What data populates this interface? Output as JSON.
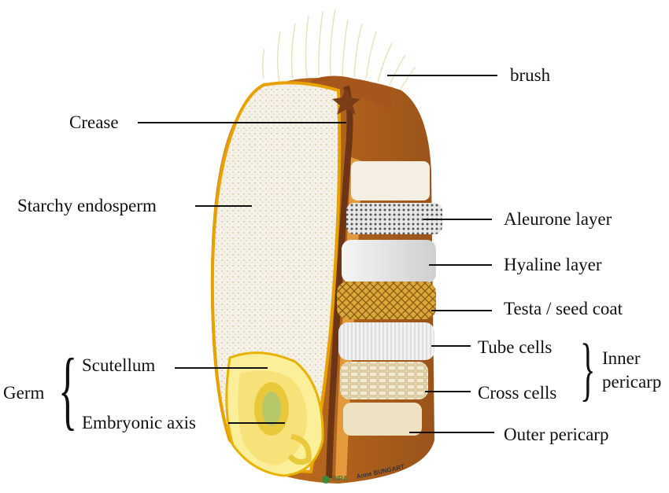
{
  "labels": {
    "brush": "brush",
    "crease": "Crease",
    "starchy_endosperm": "Starchy endosperm",
    "aleurone_layer": "Aleurone layer",
    "hyaline_layer": "Hyaline layer",
    "testa": "Testa / seed coat",
    "tube_cells": "Tube cells",
    "cross_cells": "Cross cells",
    "inner_pericarp_line1": "Inner",
    "inner_pericarp_line2": "pericarp",
    "outer_pericarp": "Outer pericarp",
    "germ": "Germ",
    "scutellum": "Scutellum",
    "embryonic_axis": "Embryonic axis"
  },
  "credit": {
    "logo_text": "INRA",
    "author": "Anne BUNGART"
  },
  "colors": {
    "bran_outer": "#b5651d",
    "bran_inner": "#d88a2e",
    "endosperm": "#f4efe2",
    "endosperm_border": "#e8a200",
    "germ": "#fbef9a",
    "scutellum": "#f7e56a",
    "embryo": "#b7c86a",
    "crease": "#6b3516",
    "testa": "#d9a73a",
    "aleurone": "#c9c9c9"
  }
}
